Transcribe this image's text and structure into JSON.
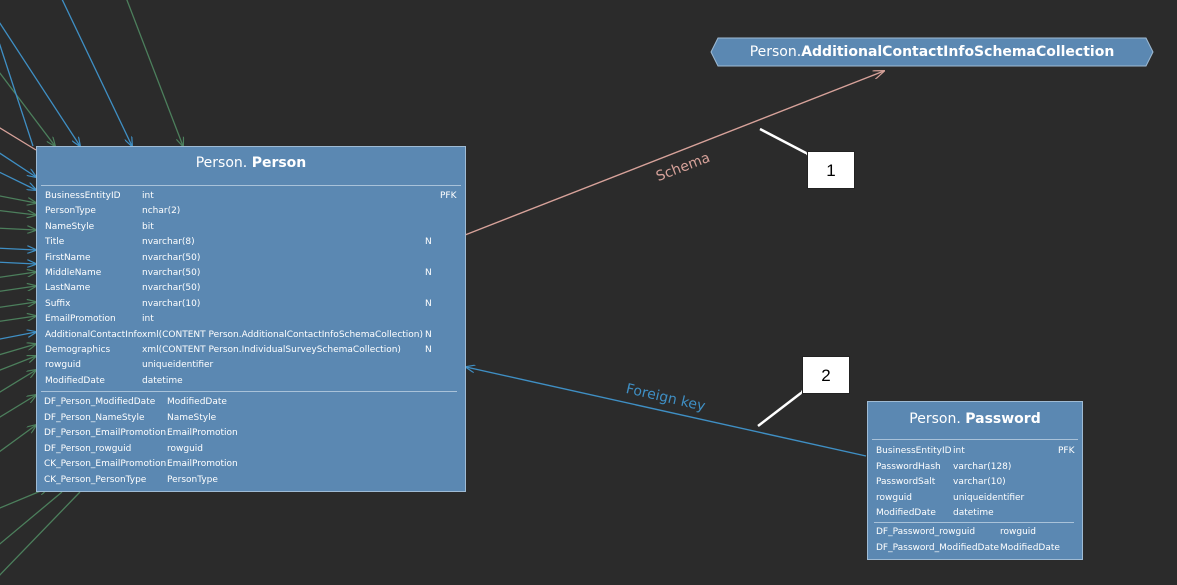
{
  "entities": {
    "person": {
      "schema": "Person.",
      "name": "Person",
      "columns": [
        {
          "name": "BusinessEntityID",
          "type": "int",
          "null": "",
          "key": "PFK"
        },
        {
          "name": "PersonType",
          "type": "nchar(2)",
          "null": "",
          "key": ""
        },
        {
          "name": "NameStyle",
          "type": "bit",
          "null": "",
          "key": ""
        },
        {
          "name": "Title",
          "type": "nvarchar(8)",
          "null": "N",
          "key": ""
        },
        {
          "name": "FirstName",
          "type": "nvarchar(50)",
          "null": "",
          "key": ""
        },
        {
          "name": "MiddleName",
          "type": "nvarchar(50)",
          "null": "N",
          "key": ""
        },
        {
          "name": "LastName",
          "type": "nvarchar(50)",
          "null": "",
          "key": ""
        },
        {
          "name": "Suffix",
          "type": "nvarchar(10)",
          "null": "N",
          "key": ""
        },
        {
          "name": "EmailPromotion",
          "type": "int",
          "null": "",
          "key": ""
        },
        {
          "name": "AdditionalContactInfo",
          "type": "xml(CONTENT  Person.AdditionalContactInfoSchemaCollection)",
          "null": "N",
          "key": ""
        },
        {
          "name": "Demographics",
          "type": "xml(CONTENT  Person.IndividualSurveySchemaCollection)",
          "null": "N",
          "key": ""
        },
        {
          "name": "rowguid",
          "type": "uniqueidentifier",
          "null": "",
          "key": ""
        },
        {
          "name": "ModifiedDate",
          "type": "datetime",
          "null": "",
          "key": ""
        }
      ],
      "constraints": [
        {
          "name": "DF_Person_ModifiedDate",
          "target": "ModifiedDate"
        },
        {
          "name": "DF_Person_NameStyle",
          "target": "NameStyle"
        },
        {
          "name": "DF_Person_EmailPromotion",
          "target": "EmailPromotion"
        },
        {
          "name": "DF_Person_rowguid",
          "target": "rowguid"
        },
        {
          "name": "CK_Person_EmailPromotion",
          "target": "EmailPromotion"
        },
        {
          "name": "CK_Person_PersonType",
          "target": "PersonType"
        }
      ]
    },
    "password": {
      "schema": "Person.",
      "name": "Password",
      "columns": [
        {
          "name": "BusinessEntityID",
          "type": "int",
          "null": "",
          "key": "PFK"
        },
        {
          "name": "PasswordHash",
          "type": "varchar(128)",
          "null": "",
          "key": ""
        },
        {
          "name": "PasswordSalt",
          "type": "varchar(10)",
          "null": "",
          "key": ""
        },
        {
          "name": "rowguid",
          "type": "uniqueidentifier",
          "null": "",
          "key": ""
        },
        {
          "name": "ModifiedDate",
          "type": "datetime",
          "null": "",
          "key": ""
        }
      ],
      "constraints": [
        {
          "name": "DF_Password_rowguid",
          "target": "rowguid"
        },
        {
          "name": "DF_Password_ModifiedDate",
          "target": "ModifiedDate"
        }
      ]
    },
    "schema_collection": {
      "schema": "Person.",
      "name": "AdditionalContactInfoSchemaCollection"
    }
  },
  "edges": {
    "schema_label": "Schema",
    "foreign_key_label": "Foreign key"
  },
  "callouts": [
    "1",
    "2"
  ],
  "colors": {
    "background": "#2b2b2b",
    "entity_fill": "#5b88b2",
    "entity_border": "#9fbbd4",
    "schema_edge": "#d7a29a",
    "foreign_key_edge": "#3f8fc4",
    "green_edge": "#4c7f5c"
  }
}
